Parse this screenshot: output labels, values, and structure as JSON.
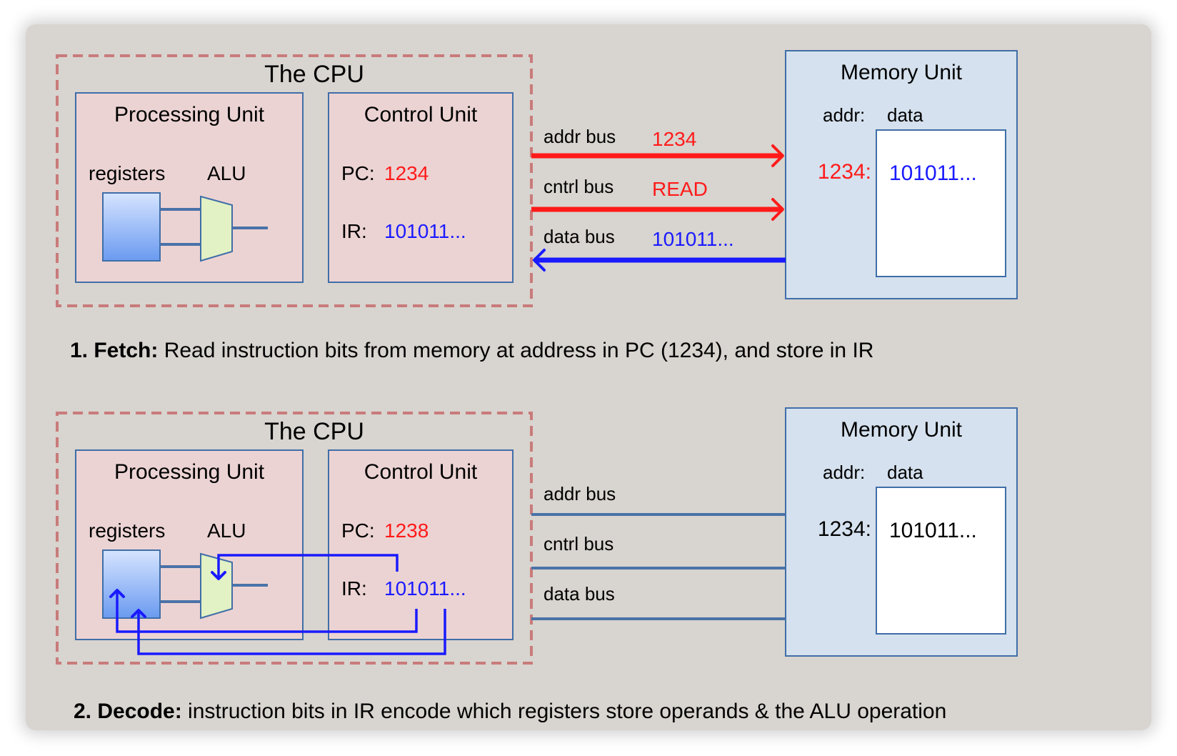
{
  "colors": {
    "panel_bg": "#d8d4cf",
    "cpu_border": "#c97b7b",
    "unit_fill": "#ecd3d3",
    "unit_border": "#3f6ea8",
    "memory_fill": "#d5e1ee",
    "bus_line": "#4a72a8",
    "highlight_red": "#ff1a1a",
    "highlight_blue": "#1a1aff",
    "alu_fill": "#e3f2c4",
    "register_fill_top": "#cfe0ff",
    "register_fill_bottom": "#6d9cf0"
  },
  "diagrams": [
    {
      "cpu_title": "The CPU",
      "processing_unit": {
        "title": "Processing  Unit",
        "registers_label": "registers",
        "alu_label": "ALU"
      },
      "control_unit": {
        "title": "Control Unit",
        "pc_label": "PC:",
        "pc_value": "1234",
        "ir_label": "IR:",
        "ir_value": "101011..."
      },
      "buses": [
        {
          "label": "addr bus",
          "value": "1234",
          "value_color": "red",
          "direction": "to-memory"
        },
        {
          "label": "cntrl bus",
          "value": "READ",
          "value_color": "red",
          "direction": "to-memory"
        },
        {
          "label": "data bus",
          "value": "101011...",
          "value_color": "blue",
          "direction": "to-cpu"
        }
      ],
      "memory": {
        "title": "Memory Unit",
        "addr_label": "addr:",
        "data_label": "data",
        "address": "1234:",
        "data": "101011...",
        "highlighted": true
      },
      "caption": {
        "bold": "1. Fetch:",
        "text": " Read instruction bits from memory at address in PC (1234), and store in IR"
      },
      "decode_arrows": false
    },
    {
      "cpu_title": "The CPU",
      "processing_unit": {
        "title": "Processing  Unit",
        "registers_label": "registers",
        "alu_label": "ALU"
      },
      "control_unit": {
        "title": "Control Unit",
        "pc_label": "PC:",
        "pc_value": "1238",
        "ir_label": "IR:",
        "ir_value": "101011..."
      },
      "buses": [
        {
          "label": "addr bus",
          "value": "",
          "value_color": "none",
          "direction": "none"
        },
        {
          "label": "cntrl bus",
          "value": "",
          "value_color": "none",
          "direction": "none"
        },
        {
          "label": "data bus",
          "value": "",
          "value_color": "none",
          "direction": "none"
        }
      ],
      "memory": {
        "title": "Memory Unit",
        "addr_label": "addr:",
        "data_label": "data",
        "address": "1234:",
        "data": "101011...",
        "highlighted": false
      },
      "caption": {
        "bold": "2. Decode:",
        "text": " instruction bits in IR encode which registers store operands & the ALU operation"
      },
      "decode_arrows": true
    }
  ]
}
